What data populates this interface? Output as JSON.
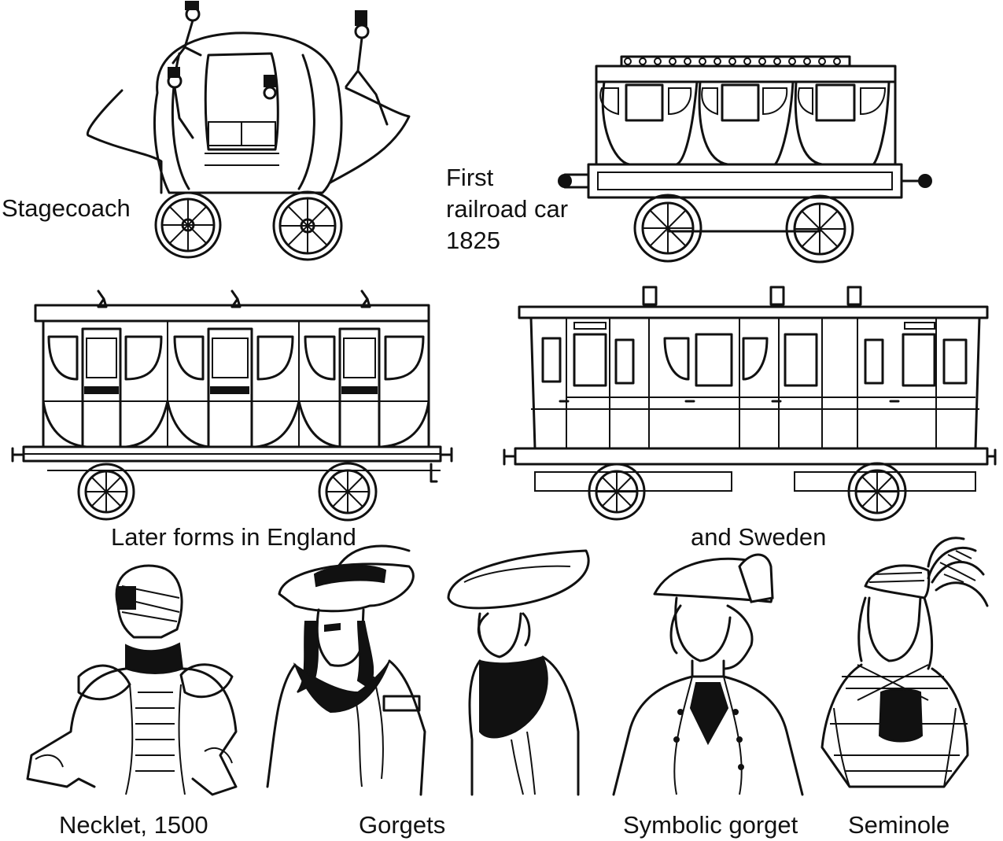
{
  "labels": {
    "stagecoach": "Stagecoach",
    "first_railroad_car": "First\nrailroad car\n1825",
    "england": "Later forms in England",
    "sweden": "and Sweden",
    "necklet": "Necklet, 1500",
    "gorgets": "Gorgets",
    "symbolic_gorget": "Symbolic gorget",
    "seminole": "Seminole"
  }
}
